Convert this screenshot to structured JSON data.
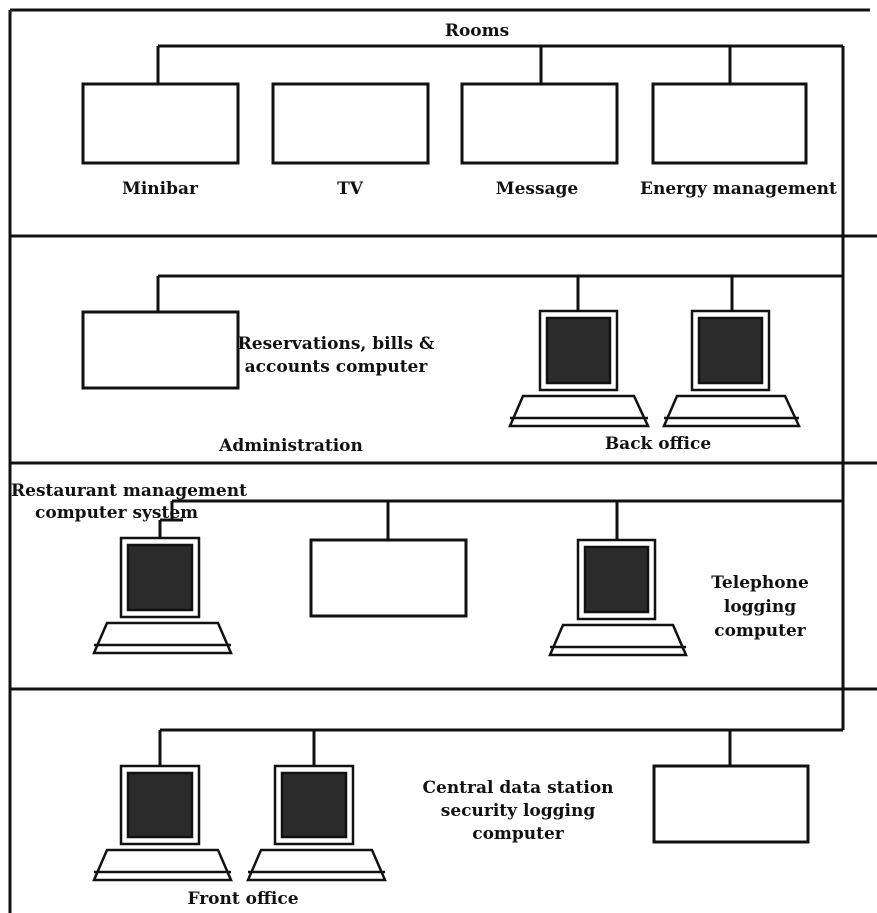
{
  "colors": {
    "ink": "#111111",
    "screen": "#2b2b2b",
    "paper": "#ffffff"
  },
  "sections": {
    "rooms": {
      "title": "Rooms",
      "devices": {
        "minibar": "Minibar",
        "tv": "TV",
        "message": "Message",
        "energy": "Energy management"
      }
    },
    "administration": {
      "title": "Administration",
      "reservations_line1": "Reservations, bills &",
      "reservations_line2": "accounts computer",
      "back_office": "Back office"
    },
    "restaurant": {
      "line1": "Restaurant management",
      "line2": "computer system",
      "telephone_line1": "Telephone",
      "telephone_line2": "logging",
      "telephone_line3": "computer"
    },
    "front": {
      "central_line1": "Central data station",
      "central_line2": "security logging",
      "central_line3": "computer",
      "front_office": "Front office"
    }
  }
}
